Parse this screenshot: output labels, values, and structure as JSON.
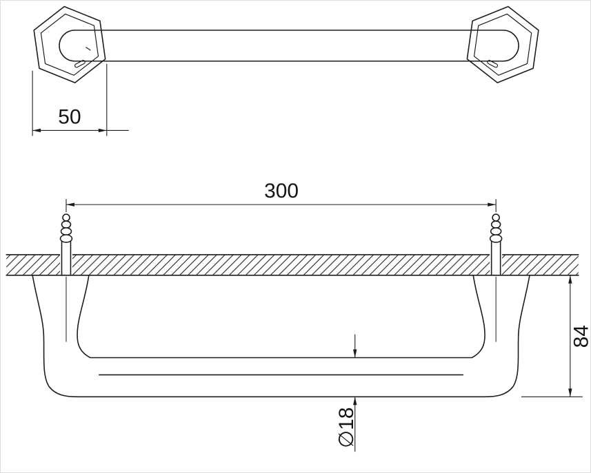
{
  "page": {
    "background_color": "#ffffff",
    "line_color": "#1c1c1c",
    "border_color": "#dddddd"
  },
  "drawing": {
    "kind": "technical-dimension-drawing",
    "subject": "wall-mounted towel bar, top view and front elevation",
    "labels": {
      "endcap_width": "50",
      "bar_length": "300",
      "mount_height": "84",
      "bar_diameter": "∅18"
    }
  }
}
